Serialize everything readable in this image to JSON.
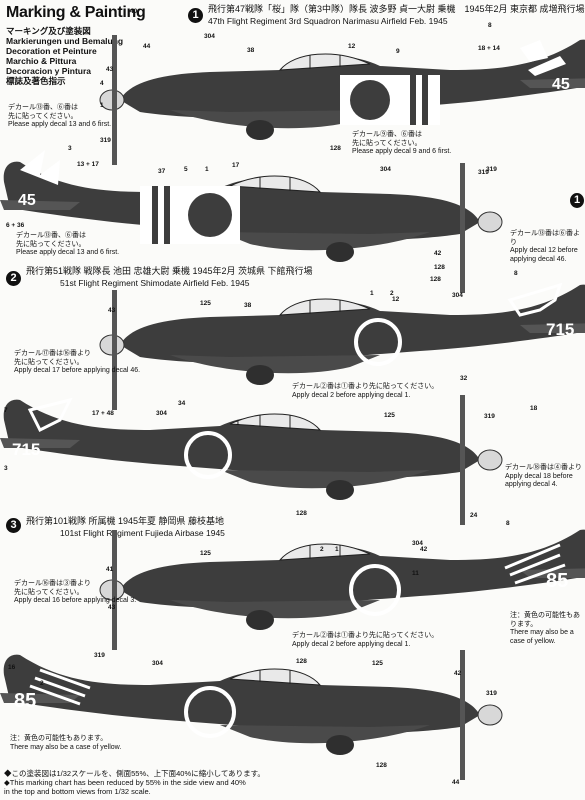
{
  "header": {
    "title": "Marking & Painting",
    "languages": [
      "マーキング及び塗装図",
      "Markierungen und Bemalung",
      "Decoration et Peinture",
      "Marchio & Pittura",
      "Decoracion y Pintura",
      "標誌及著色指示"
    ]
  },
  "schemes": [
    {
      "number": "1",
      "jp": "飛行第47戦隊「桜」隊（第3中隊）隊長 波多野 貞一大尉 乗機　1945年2月 東京都 成増飛行場",
      "en": "47th Flight Regiment 3rd Squadron Narimasu Airfield Feb. 1945",
      "tail_code": "45",
      "notes": [
        {
          "jp": "デカール⑬番、⑥番は",
          "jp2": "先に貼ってください。",
          "en": "Please apply decal 13 and 6 first."
        },
        {
          "jp": "デカール⑨番、⑥番は",
          "jp2": "先に貼ってください。",
          "en": "Please apply decal 9 and 6 first."
        },
        {
          "jp": "デカール⑬番、⑥番は",
          "jp2": "先に貼ってください。",
          "en": "Please apply decal 13 and 6 first."
        }
      ]
    },
    {
      "number": "2",
      "jp": "飛行第51戦隊 戦隊長 池田 忠雄大尉 乗機 1945年2月 茨城県 下館飛行場",
      "en": "51st Flight Regiment Shimodate Airfield Feb. 1945",
      "tail_code": "715",
      "notes": [
        {
          "jp": "デカール⑰番は⑯番より",
          "jp2": "先に貼ってください。",
          "en": "Apply decal 17 before applying decal 46."
        },
        {
          "jp": "デカール②番は①番より先に貼ってください。",
          "jp2": "",
          "en": "Apply decal 2 before applying decal 1."
        },
        {
          "jp": "デカール⑱番は④番より",
          "jp2": "",
          "en": "Apply decal 18 before applying decal 4."
        },
        {
          "jp": "デカール⑬番は⑥番より",
          "jp2": "",
          "en": "Apply decal 12 before applying decal 46."
        }
      ]
    },
    {
      "number": "3",
      "jp": "飛行第101戦隊 所属機 1945年夏 静岡県 藤枝基地",
      "en": "101st Flight Regiment Fujieda Airbase 1945",
      "tail_code": "85",
      "notes": [
        {
          "jp": "デカール⑯番は③番より",
          "jp2": "先に貼ってください。",
          "en": "Apply decal 16 before applying decal 3."
        },
        {
          "jp": "デカール②番は①番より先に貼ってください。",
          "jp2": "",
          "en": "Apply decal 2 before applying decal 1."
        },
        {
          "jp": "注：黄色の可能性もあります。",
          "jp2": "",
          "en": "There may also be a case of yellow."
        },
        {
          "jp": "注：黄色の可能性もあります。",
          "jp2": "",
          "en": "There may also be a case of yellow."
        }
      ]
    }
  ],
  "callouts": [
    "304",
    "38",
    "12",
    "8",
    "18 + 14",
    "44",
    "43",
    "4",
    "1",
    "319",
    "128",
    "40",
    "9",
    "319",
    "128",
    "37",
    "5",
    "6 + 36",
    "13 + 17",
    "3",
    "17",
    "1",
    "304",
    "319",
    "128",
    "42",
    "125",
    "38",
    "1",
    "2",
    "304",
    "8",
    "43",
    "34",
    "32",
    "12",
    "17 + 48",
    "7",
    "3",
    "1",
    "304",
    "125",
    "319",
    "18",
    "128",
    "42",
    "11",
    "24",
    "125",
    "2",
    "1",
    "304",
    "8",
    "41",
    "43",
    "319",
    "128",
    "16",
    "2",
    "304",
    "125",
    "42",
    "319",
    "128",
    "44"
  ],
  "footer": {
    "jp": "◆この塗装図は1/32スケールを、側面55%、上下面40%に縮小してあります。",
    "en1": "◆This marking chart has been reduced by 55% in the side view and  40%",
    "en2": "in the top and bottom views from 1/32 scale."
  },
  "colors": {
    "aircraft": "#3d3d3d",
    "roundel": "#ffffff",
    "stripe": "#ffffff",
    "spinner": "#d8d8d8",
    "ink": "#111111"
  }
}
